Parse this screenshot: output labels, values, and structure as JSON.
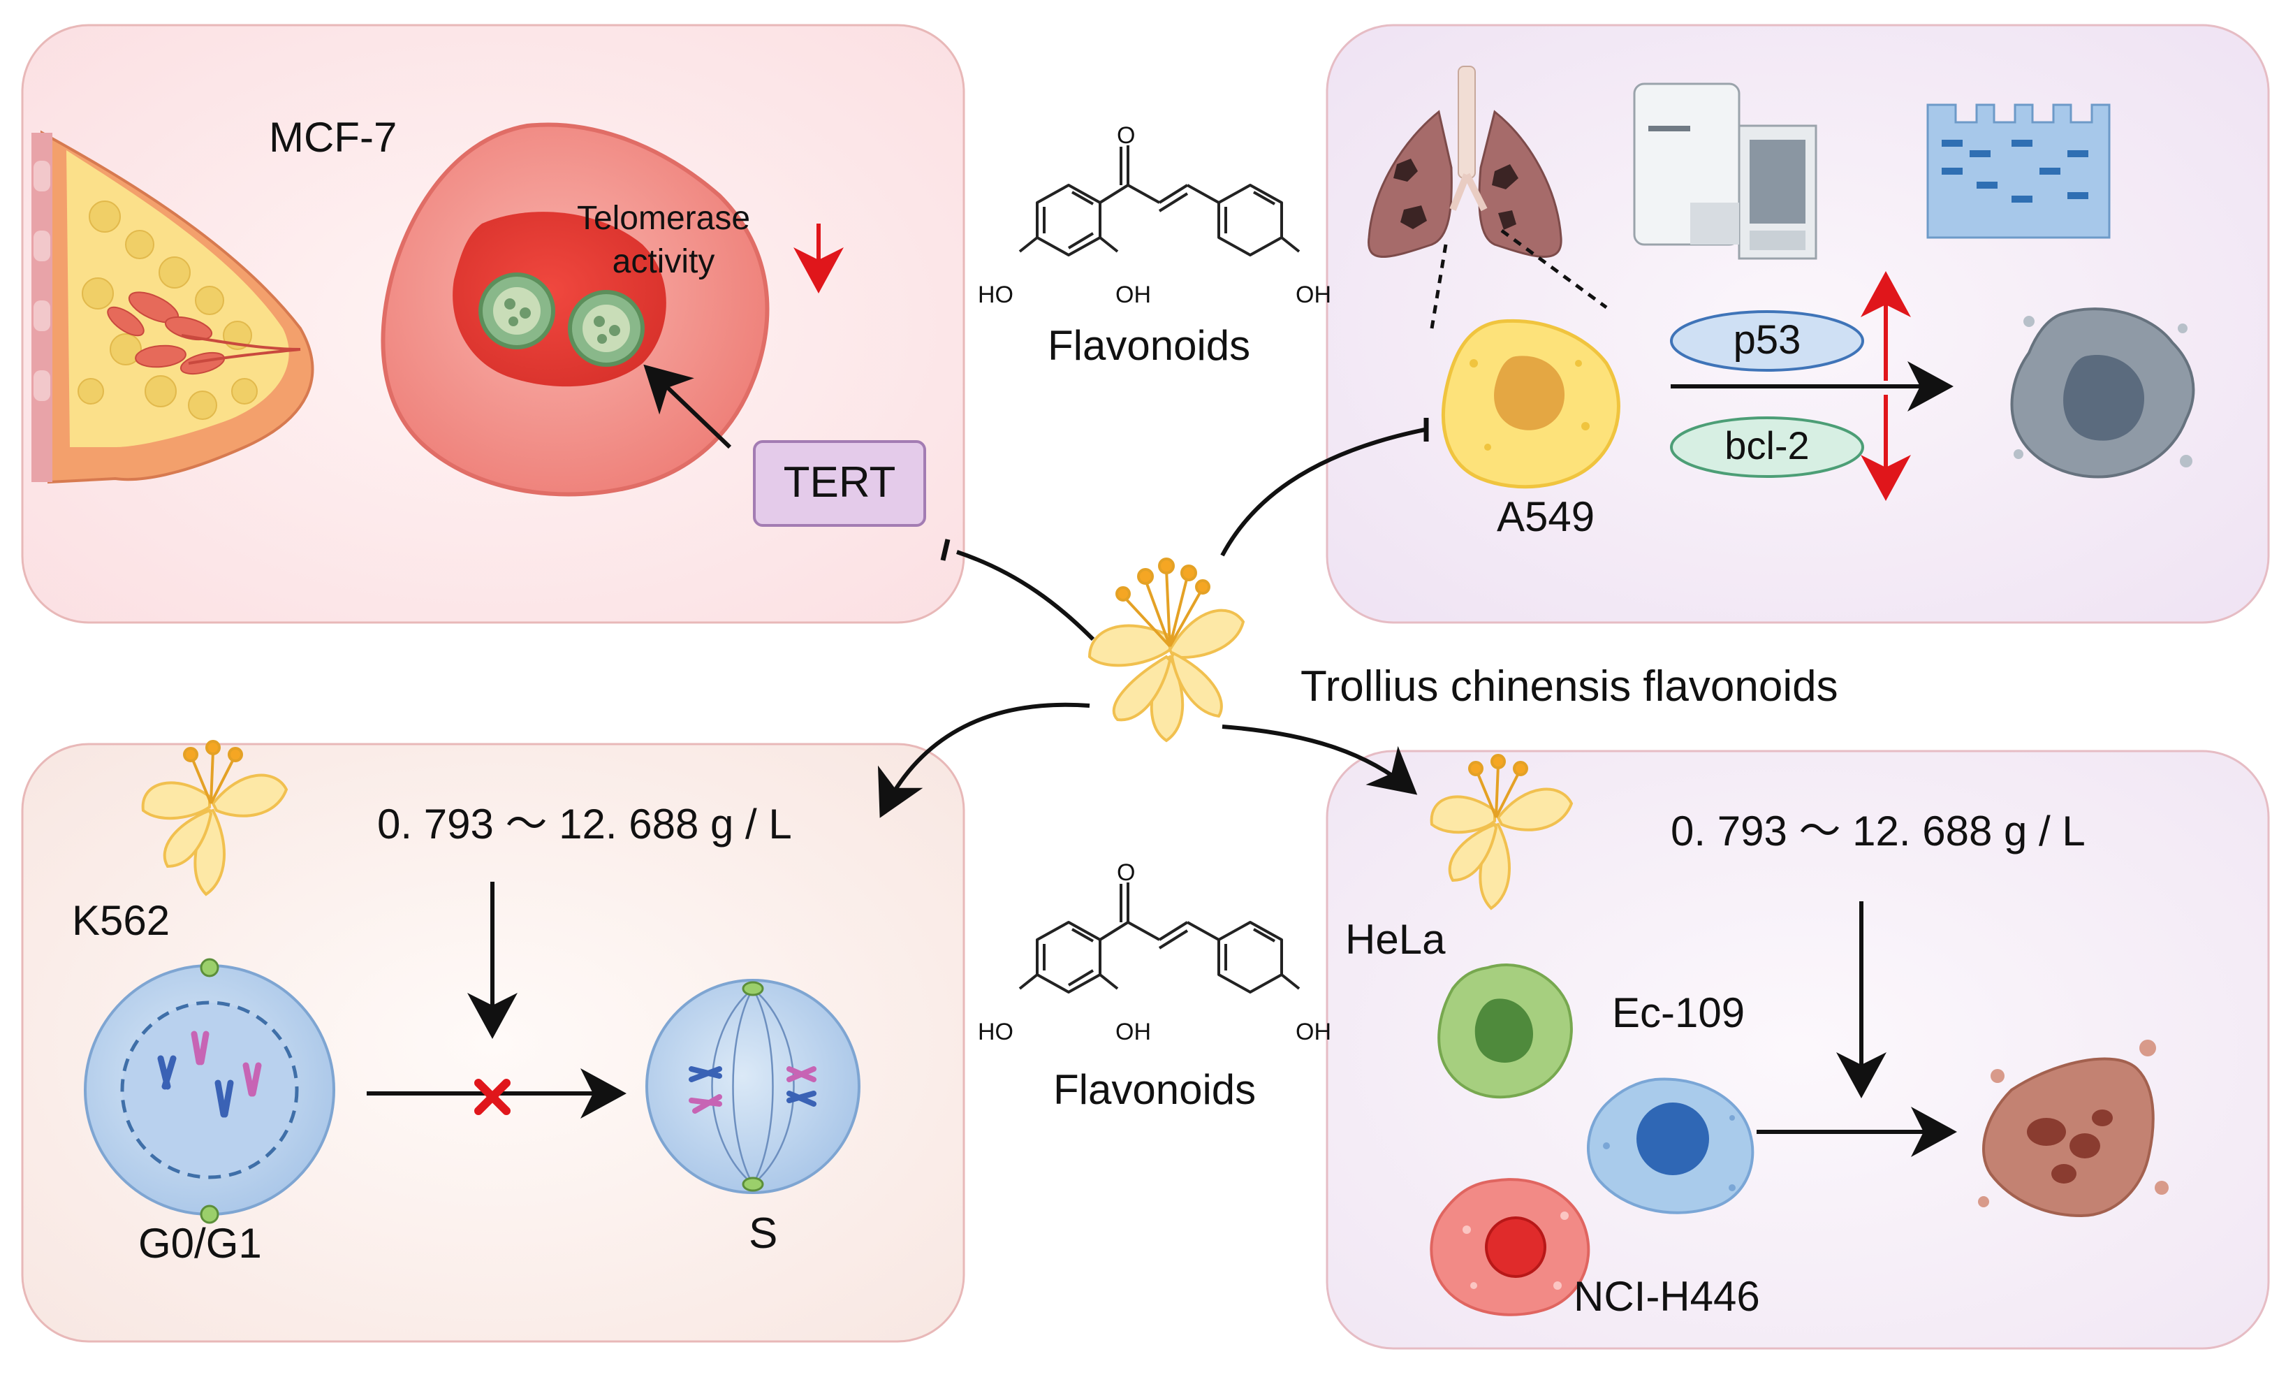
{
  "colors": {
    "panel_pink": "#fbe3e6",
    "panel_lavender": "#f2e8f5",
    "panel_peach": "#faece8",
    "panel_border": "#e8b8b8",
    "arrow_red": "#e0161b",
    "tert_fill": "#e4cbea",
    "p53_fill": "#cfe0f4",
    "bcl2_fill": "#d7efe3",
    "flower_yellow": "#fbd36b"
  },
  "center": {
    "label": "Trollius chinensis flavonoids",
    "icon": "trollius-flower-icon"
  },
  "structure_top": {
    "label": "Flavonoids",
    "atoms": {
      "o": "O",
      "ho": "HO",
      "oh_mid": "OH",
      "oh_right": "OH"
    }
  },
  "structure_bottom": {
    "label": "Flavonoids",
    "atoms": {
      "o": "O",
      "ho": "HO",
      "oh_mid": "OH",
      "oh_right": "OH"
    }
  },
  "panels": {
    "top_left": {
      "cell_line": "MCF-7",
      "telomerase_label": "Telomerase\nactivity",
      "tert_label": "TERT",
      "icons": [
        "breast-icon",
        "cancer-cell-icon",
        "down-arrow-icon"
      ]
    },
    "top_right": {
      "cell_line": "A549",
      "p53_label": "p53",
      "bcl2_label": "bcl-2",
      "icons": [
        "lungs-icon",
        "flow-cytometer-icon",
        "western-blot-gel-icon",
        "apoptotic-cell-icon"
      ]
    },
    "bottom_left": {
      "cell_line": "K562",
      "concentration": "0. 793 ～ 12. 688 g / L",
      "phase_from": "G0/G1",
      "phase_to": "S",
      "icons": [
        "flower-icon",
        "g1-cell-icon",
        "blocked-x-icon",
        "s-phase-cell-icon"
      ]
    },
    "bottom_right": {
      "concentration": "0. 793 ～ 12. 688 g / L",
      "cell_lines": [
        "HeLa",
        "Ec-109",
        "NCI-H446"
      ],
      "icons": [
        "flower-icon",
        "hela-cell-icon",
        "ec109-cell-icon",
        "ncih446-cell-icon",
        "dead-cell-icon"
      ]
    }
  }
}
